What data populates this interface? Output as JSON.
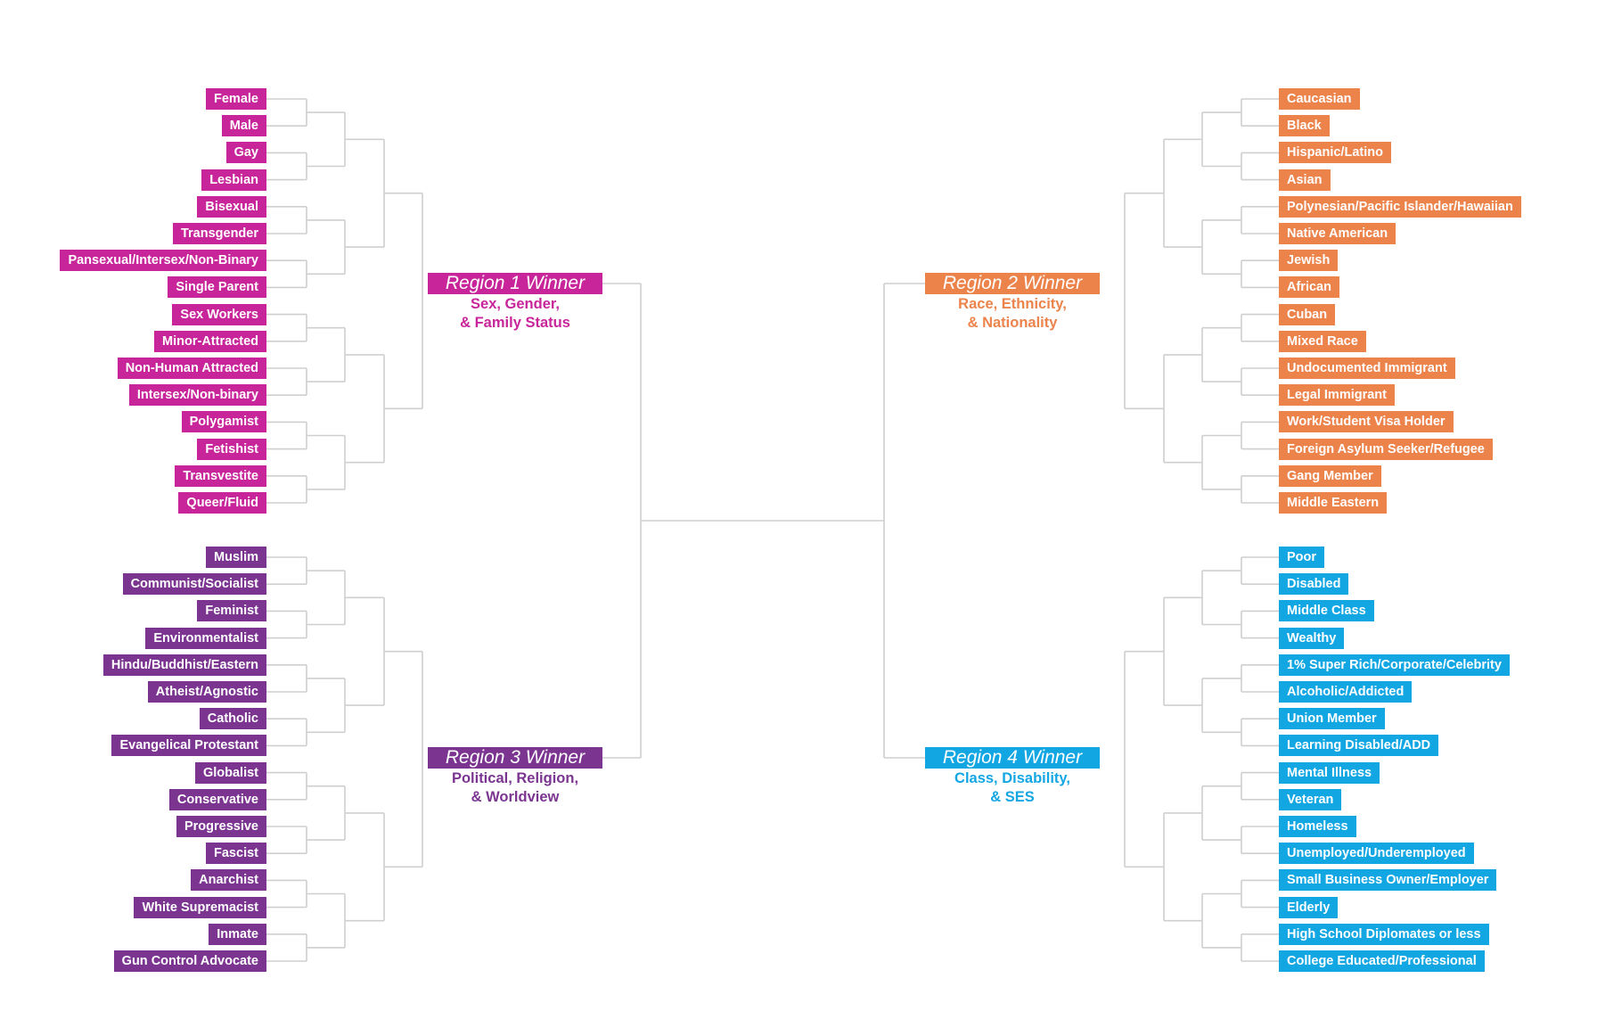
{
  "colors": {
    "region1": "#c8259b",
    "region2": "#ec834b",
    "region3": "#7b3591",
    "region4": "#12a6e3",
    "line": "#cfcfcf"
  },
  "regions": [
    {
      "winner_label": "Region 1 Winner",
      "subtitle_1": "Sex, Gender,",
      "subtitle_2": "& Family Status",
      "teams": [
        "Female",
        "Male",
        "Gay",
        "Lesbian",
        "Bisexual",
        "Transgender",
        "Pansexual/Intersex/Non-Binary",
        "Single Parent",
        "Sex Workers",
        "Minor-Attracted",
        "Non-Human Attracted",
        "Intersex/Non-binary",
        "Polygamist",
        "Fetishist",
        "Transvestite",
        "Queer/Fluid"
      ]
    },
    {
      "winner_label": "Region 2 Winner",
      "subtitle_1": "Race, Ethnicity,",
      "subtitle_2": "& Nationality",
      "teams": [
        "Caucasian",
        "Black",
        "Hispanic/Latino",
        "Asian",
        "Polynesian/Pacific Islander/Hawaiian",
        "Native American",
        "Jewish",
        "African",
        "Cuban",
        "Mixed Race",
        "Undocumented Immigrant",
        "Legal Immigrant",
        "Work/Student Visa Holder",
        "Foreign Asylum Seeker/Refugee",
        "Gang Member",
        "Middle Eastern"
      ]
    },
    {
      "winner_label": "Region 3 Winner",
      "subtitle_1": "Political, Religion,",
      "subtitle_2": "& Worldview",
      "teams": [
        "Muslim",
        "Communist/Socialist",
        "Feminist",
        "Environmentalist",
        "Hindu/Buddhist/Eastern",
        "Atheist/Agnostic",
        "Catholic",
        "Evangelical Protestant",
        "Globalist",
        "Conservative",
        "Progressive",
        "Fascist",
        "Anarchist",
        "White Supremacist",
        "Inmate",
        "Gun Control Advocate"
      ]
    },
    {
      "winner_label": "Region 4 Winner",
      "subtitle_1": "Class, Disability,",
      "subtitle_2": "& SES",
      "teams": [
        "Poor",
        "Disabled",
        "Middle Class",
        "Wealthy",
        "1% Super Rich/Corporate/Celebrity",
        "Alcoholic/Addicted",
        "Union Member",
        "Learning Disabled/ADD",
        "Mental Illness",
        "Veteran",
        "Homeless",
        "Unemployed/Underemployed",
        "Small Business Owner/Employer",
        "Elderly",
        "High School Diplomates or less",
        "College Educated/Professional"
      ]
    }
  ]
}
